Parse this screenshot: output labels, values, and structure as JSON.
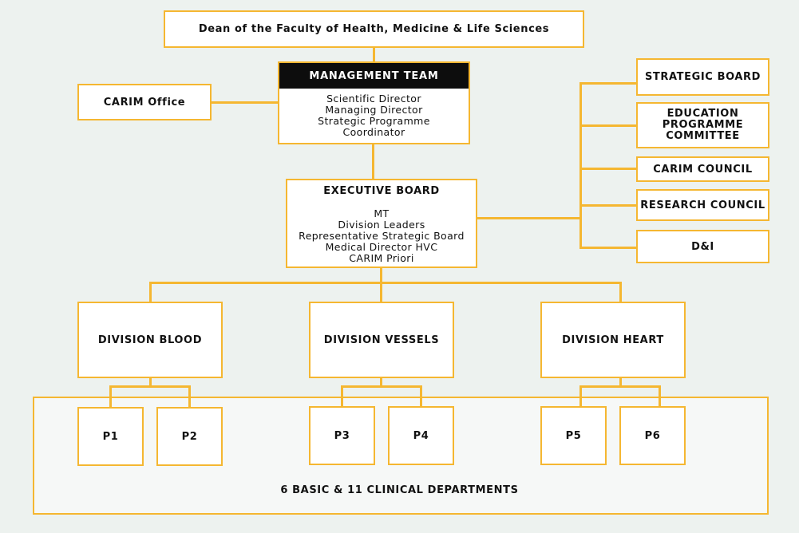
{
  "dean": {
    "label": "Dean of the Faculty of Health, Medicine & Life Sciences"
  },
  "office": {
    "label": "CARIM Office"
  },
  "management_team": {
    "title": "MANAGEMENT TEAM",
    "members": [
      "Scientific Director",
      "Managing Director",
      "Strategic Programme",
      "Coordinator"
    ]
  },
  "executive_board": {
    "title": "EXECUTIVE BOARD",
    "members": [
      "MT",
      "Division Leaders",
      "Representative Strategic Board",
      "Medical Director HVC",
      "CARIM Priori"
    ]
  },
  "advisory": {
    "strategic_board": "STRATEGIC BOARD",
    "education_committee": [
      "EDUCATION",
      "PROGRAMME",
      "COMMITTEE"
    ],
    "carim_council": "CARIM COUNCIL",
    "research_council": "RESEARCH COUNCIL",
    "di": "D&I"
  },
  "divisions": {
    "blood": "DIVISION BLOOD",
    "vessels": "DIVISION VESSELS",
    "heart": "DIVISION HEART"
  },
  "programmes": [
    "P1",
    "P2",
    "P3",
    "P4",
    "P5",
    "P6"
  ],
  "departments": {
    "label": "6 BASIC & 11 CLINICAL DEPARTMENTS"
  },
  "colors": {
    "accent": "#f5b731",
    "background": "#edf2ef",
    "header": "#0d0d0d"
  }
}
